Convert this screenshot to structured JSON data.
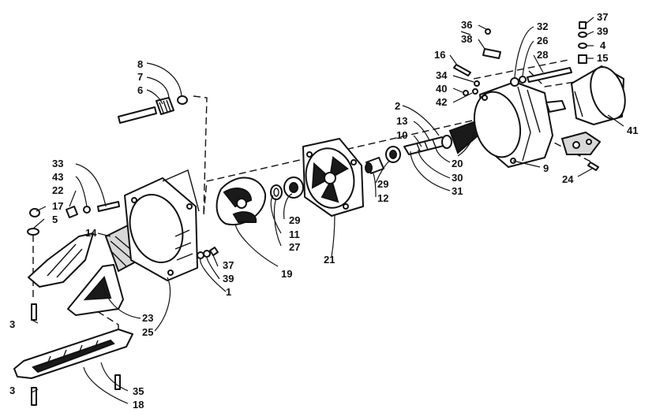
{
  "callouts": {
    "c1": "1",
    "c2": "2",
    "c3a": "3",
    "c3b": "3",
    "c4": "4",
    "c5": "5",
    "c6": "6",
    "c7": "7",
    "c8": "8",
    "c9": "9",
    "c10": "10",
    "c11": "11",
    "c12": "12",
    "c13": "13",
    "c14": "14",
    "c15": "15",
    "c16": "16",
    "c17": "17",
    "c18": "18",
    "c19": "19",
    "c20": "20",
    "c21": "21",
    "c22": "22",
    "c23": "23",
    "c24": "24",
    "c25": "25",
    "c26": "26",
    "c27": "27",
    "c28": "28",
    "c29a": "29",
    "c29b": "29",
    "c30": "30",
    "c31": "31",
    "c32": "32",
    "c33": "33",
    "c34": "34",
    "c35": "35",
    "c36": "36",
    "c37a": "37",
    "c37b": "37",
    "c38": "38",
    "c39a": "39",
    "c39b": "39",
    "c40": "40",
    "c41": "41",
    "c42": "42",
    "c43": "43"
  }
}
